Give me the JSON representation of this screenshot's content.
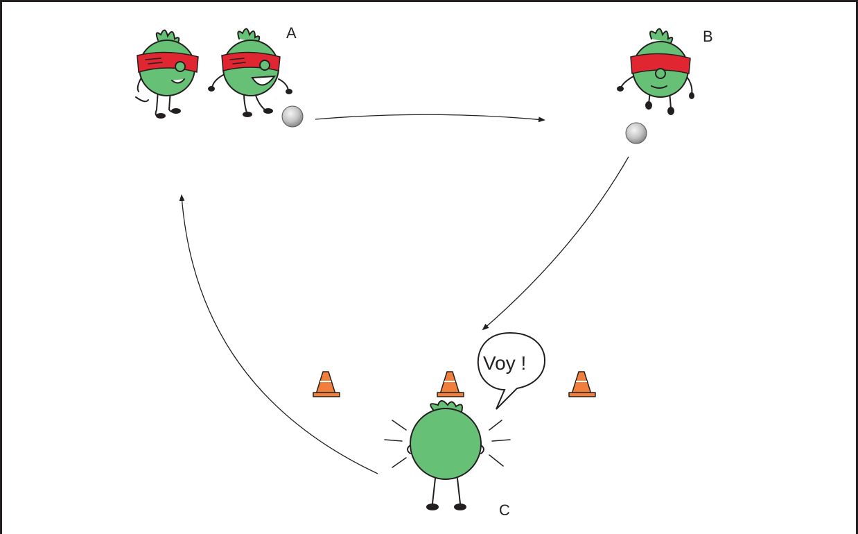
{
  "labels": {
    "a": "A",
    "b": "B",
    "c": "C"
  },
  "speech": "Voy !",
  "colors": {
    "body_green": "#66c075",
    "blindfold_red": "#e02630",
    "cone_orange": "#f07f3c",
    "ball_grey": "#bdbdbd",
    "line": "#231f20"
  },
  "icons": [
    "blindfolded-character-icon",
    "ball-icon",
    "cone-icon",
    "shouting-character-icon",
    "speech-bubble-icon",
    "arrow-icon"
  ]
}
